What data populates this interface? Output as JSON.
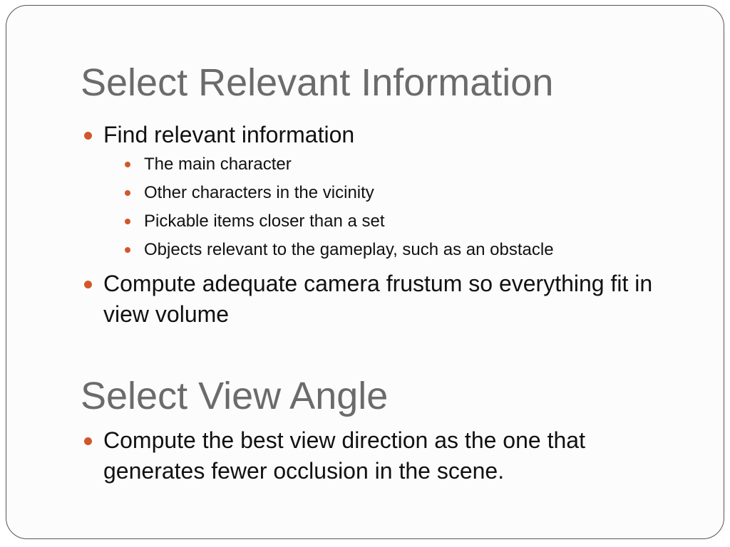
{
  "section1": {
    "title": "Select Relevant Information",
    "bullet1": {
      "text": "Find relevant information",
      "subitems": [
        "The main character",
        "Other characters in the vicinity",
        "Pickable items closer than a set",
        "Objects relevant to the gameplay, such as an obstacle"
      ]
    },
    "bullet2": {
      "text": "Compute adequate camera frustum so everything fit in view volume"
    }
  },
  "section2": {
    "title": "Select View Angle",
    "bullet1": {
      "text": "Compute the best view direction as the one that generates fewer occlusion in the scene."
    }
  },
  "colors": {
    "bullet": "#d1572a",
    "heading": "#6b6b6b",
    "body_text": "#111111"
  }
}
